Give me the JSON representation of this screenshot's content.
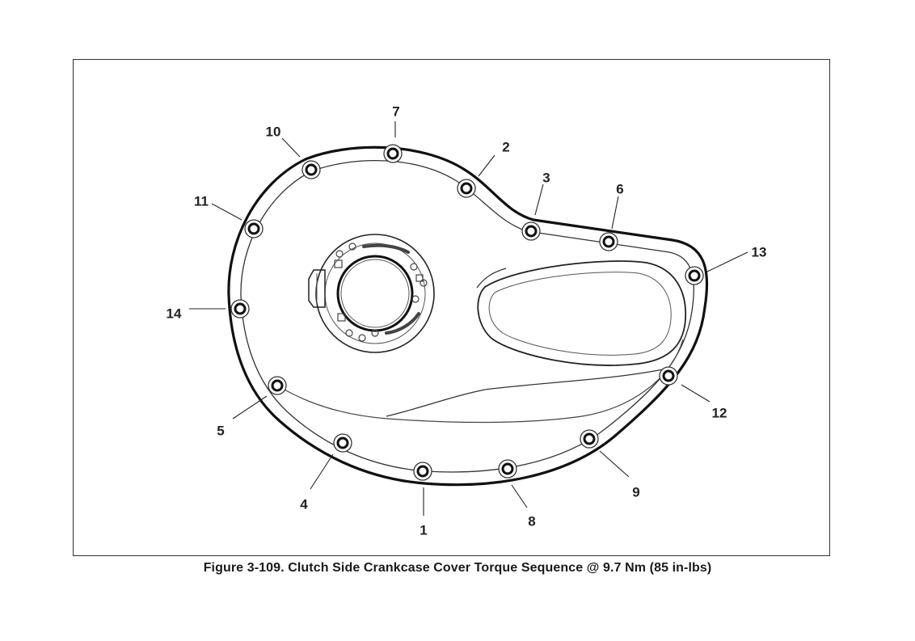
{
  "caption": "Figure 3-109. Clutch Side Crankcase Cover Torque Sequence @ 9.7 Nm (85 in-lbs)",
  "bolts": [
    {
      "label": "1"
    },
    {
      "label": "2"
    },
    {
      "label": "3"
    },
    {
      "label": "4"
    },
    {
      "label": "5"
    },
    {
      "label": "6"
    },
    {
      "label": "7"
    },
    {
      "label": "8"
    },
    {
      "label": "9"
    },
    {
      "label": "10"
    },
    {
      "label": "11"
    },
    {
      "label": "12"
    },
    {
      "label": "13"
    },
    {
      "label": "14"
    }
  ]
}
